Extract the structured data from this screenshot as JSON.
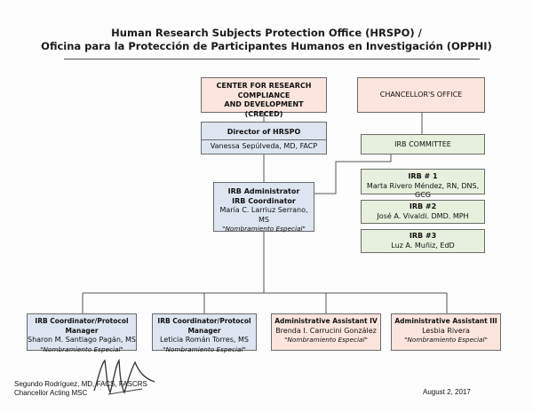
{
  "header": {
    "title_en": "Human Research Subjects Protection Office (HRSPO) /",
    "title_es": "Oficina para la Protección de Participantes Humanos en Investigación (OPPHI)"
  },
  "boxes": {
    "creced": {
      "line1": "CENTER FOR RESEARCH COMPLIANCE",
      "line2": "AND DEVELOPMENT",
      "line3": "(CRECED)"
    },
    "chancellor": {
      "title": "CHANCELLOR'S OFFICE"
    },
    "director": {
      "title": "Director of HRSPO",
      "name": "Vanessa Sepúlveda, MD, FACP"
    },
    "irb_admin": {
      "title1": "IRB Administrator",
      "title2": "IRB Coordinator",
      "name": "María C. Larriuz Serrano, MS",
      "note": "\"Nombramiento Especial\""
    },
    "irb_committee": {
      "title": "IRB COMMITTEE"
    },
    "irb1": {
      "title": "IRB # 1",
      "name": "Marta Rivero Méndez, RN, DNS, GCG"
    },
    "irb2": {
      "title": "IRB #2",
      "name": "José A. Vivaldi. DMD. MPH"
    },
    "irb3": {
      "title": "IRB #3",
      "name": "Luz A. Muñiz, EdD"
    },
    "coord1": {
      "title": "IRB Coordinator/Protocol Manager",
      "name": "Sharon M. Santiago Pagán, MS",
      "note": "\"Nombramiento Especial\""
    },
    "coord2": {
      "title": "IRB Coordinator/Protocol Manager",
      "name": "Leticia Román Torres, MS",
      "note": "\"Nombramiento Especial\""
    },
    "admin4": {
      "title": "Administrative Assistant IV",
      "name": "Brenda I. Carrucini González",
      "note": "\"Nombramiento Especial\""
    },
    "admin3": {
      "title": "Administrative Assistant III",
      "name": "Lesbia Rivera",
      "note": "\"Nombramiento Especial\""
    }
  },
  "footer": {
    "signer_line1": "Segundo Rodríguez, MD, FACS, FASCRS",
    "signer_line2": "Chancellor Acting MSC",
    "date": "August 2, 2017"
  },
  "colors": {
    "salmon": "#fce5dd",
    "blue": "#dde5f1",
    "green": "#e6f0dc",
    "line": "#555555"
  }
}
